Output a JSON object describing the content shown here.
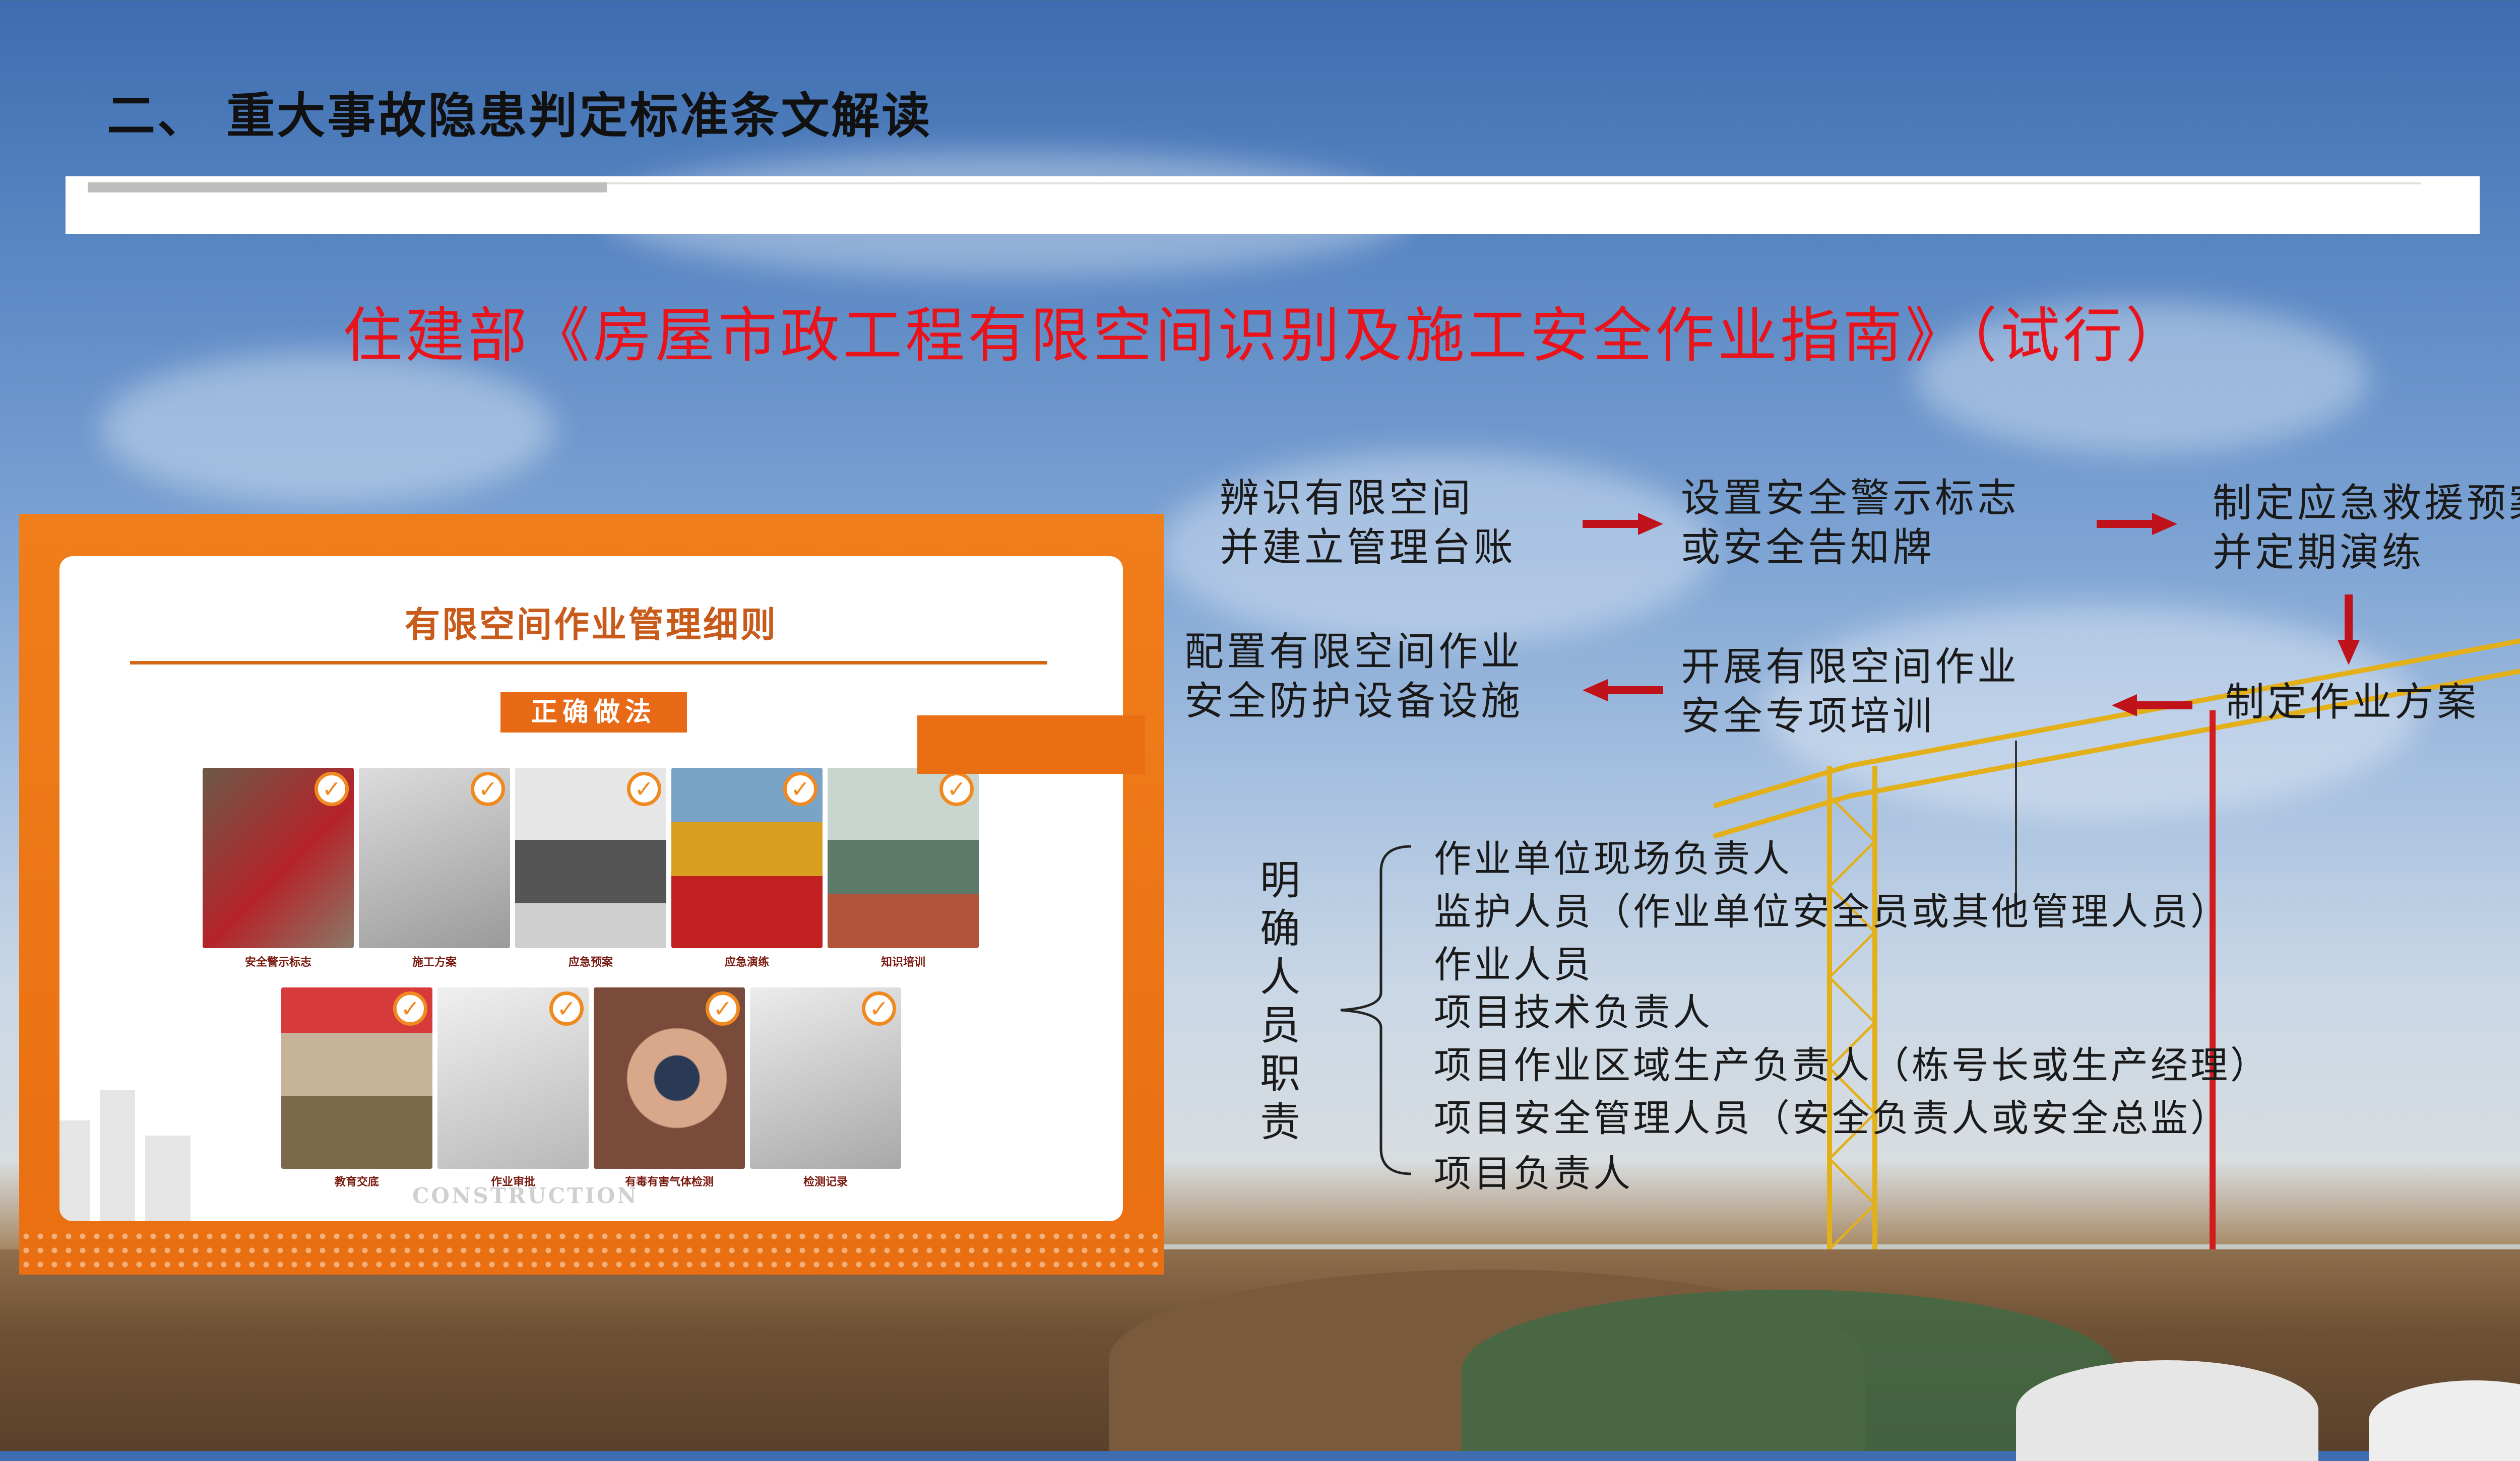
{
  "slide": {
    "title": "二、 重大事故隐患判定标准条文解读",
    "subtitle": "住建部《房屋市政工程有限空间识别及施工安全作业指南》（试行）"
  },
  "flow": {
    "step1": [
      "辨识有限空间",
      "并建立管理台账"
    ],
    "step2": [
      "设置安全警示标志",
      "或安全告知牌"
    ],
    "step3": [
      "制定应急救援预案",
      "并定期演练"
    ],
    "step4": [
      "制定作业方案"
    ],
    "step5": [
      "开展有限空间作业",
      "安全专项培训"
    ],
    "step6": [
      "配置有限空间作业",
      "安全防护设备设施"
    ],
    "arrow_color": "#c0121a"
  },
  "roles": {
    "heading": "明确人员职责",
    "items": [
      "作业单位现场负责人",
      "监护人员（作业单位安全员或其他管理人员）",
      "作业人员",
      "项目技术负责人",
      "项目作业区域生产负责人（栋号长或生产经理）",
      "项目安全管理人员（安全负责人或安全总监）",
      "项目负责人"
    ]
  },
  "panel": {
    "heading": "有限空间作业管理细则",
    "badge": "正确做法",
    "watermark": "CONSTRUCTION",
    "photos_row1": [
      {
        "caption": "安全警示标志",
        "icon": "warning-sign-photo"
      },
      {
        "caption": "施工方案",
        "icon": "document-photo"
      },
      {
        "caption": "应急预案",
        "icon": "document-photo"
      },
      {
        "caption": "应急演练",
        "icon": "drill-photo"
      },
      {
        "caption": "知识培训",
        "icon": "training-photo"
      }
    ],
    "photos_row2": [
      {
        "caption": "教育交底",
        "icon": "briefing-photo"
      },
      {
        "caption": "作业审批",
        "icon": "document-photo"
      },
      {
        "caption": "有毒有害气体检测",
        "icon": "gas-detector-photo"
      },
      {
        "caption": "检测记录",
        "icon": "document-photo"
      }
    ]
  },
  "colors": {
    "title": "#111111",
    "subtitle": "#e8131b",
    "panel_orange": "#f07e1a",
    "crane_yellow": "#e8b918"
  }
}
